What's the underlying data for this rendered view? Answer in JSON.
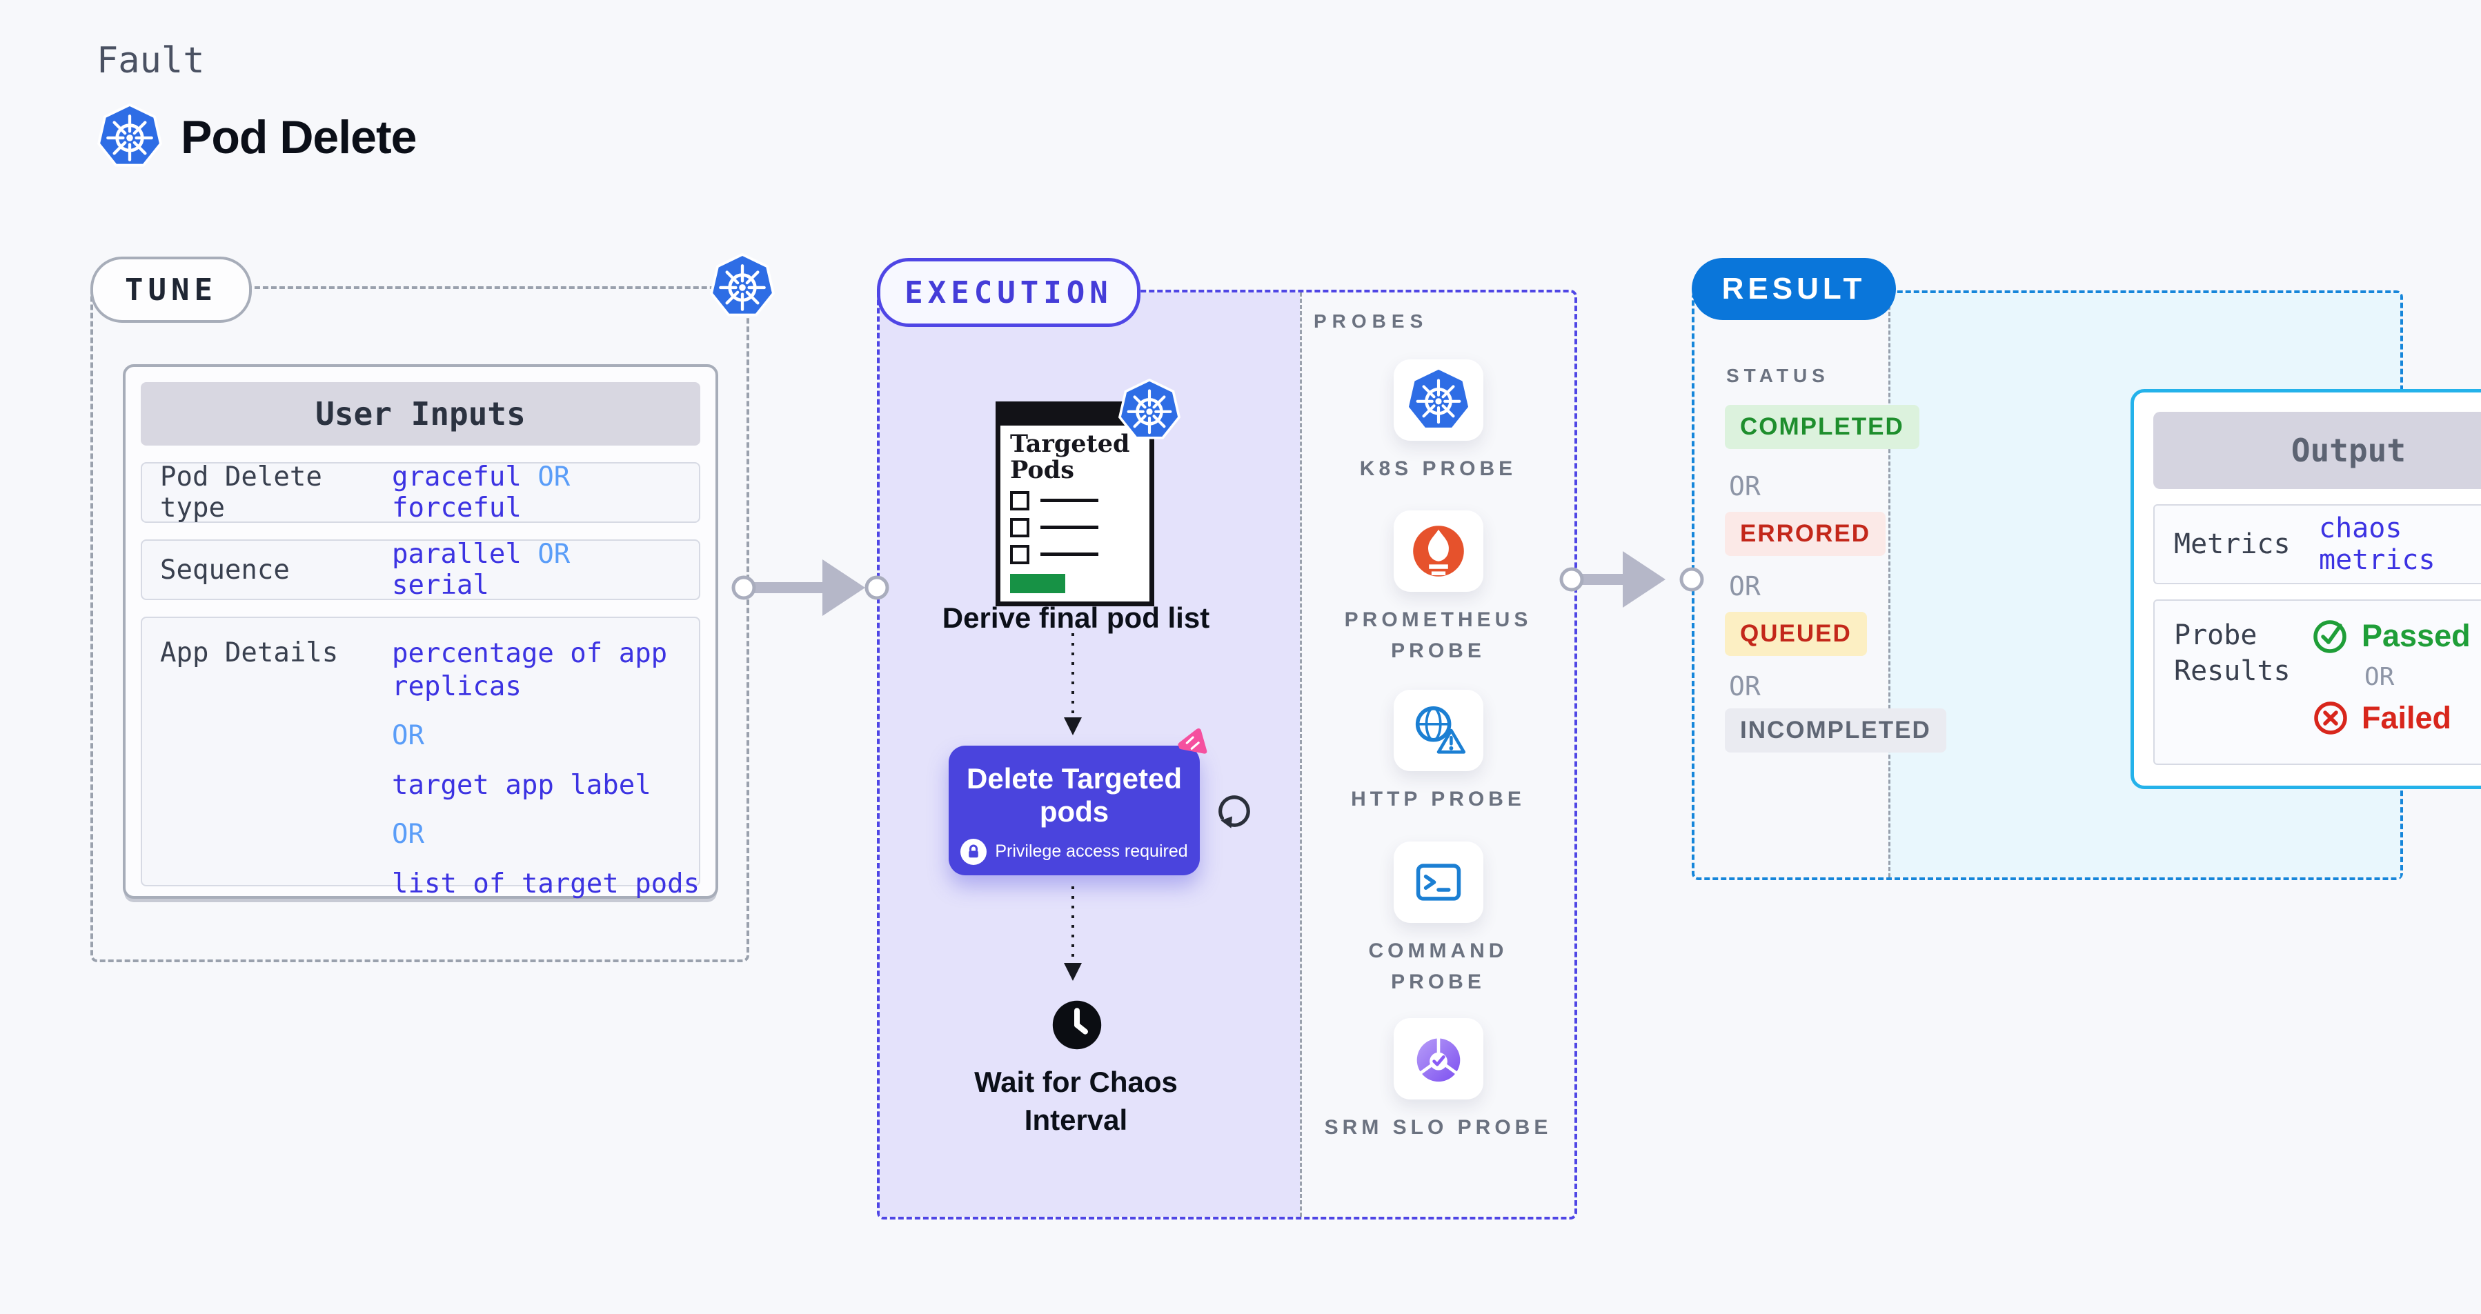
{
  "header": {
    "eyebrow": "Fault",
    "title": "Pod Delete"
  },
  "tune": {
    "label": "TUNE",
    "header": "User Inputs",
    "row1": {
      "label": "Pod Delete type",
      "v1": "graceful",
      "or": "OR",
      "v2": "forceful"
    },
    "row2": {
      "label": "Sequence",
      "v1": "parallel",
      "or": "OR",
      "v2": "serial"
    },
    "row3": {
      "label": "App Details",
      "v1": "percentage of app replicas",
      "or1": "OR",
      "v2": "target app label",
      "or2": "OR",
      "v3": "list of target pods"
    }
  },
  "execution": {
    "label": "EXECUTION",
    "probes_title": "PROBES",
    "flow": {
      "targeted_pods_title": "Targeted Pods",
      "derive_label": "Derive final pod list",
      "delete_label": "Delete Targeted pods",
      "privilege_label": "Privilege access required",
      "wait_label": "Wait for Chaos Interval"
    },
    "probes": [
      {
        "name": "K8S PROBE",
        "icon": "kubernetes-icon"
      },
      {
        "name": "PROMETHEUS PROBE",
        "icon": "prometheus-icon"
      },
      {
        "name": "HTTP PROBE",
        "icon": "http-globe-warning-icon"
      },
      {
        "name": "COMMAND PROBE",
        "icon": "terminal-icon"
      },
      {
        "name": "SRM SLO PROBE",
        "icon": "slo-pie-check-icon"
      }
    ]
  },
  "result": {
    "label": "RESULT",
    "status_title": "STATUS",
    "statuses": [
      "COMPLETED",
      "ERRORED",
      "QUEUED",
      "INCOMPLETED"
    ],
    "or": "OR",
    "output": {
      "header": "Output",
      "metrics_label": "Metrics",
      "metrics_value": "chaos metrics",
      "probe_results_label": "Probe Results",
      "passed": "Passed",
      "or": "OR",
      "failed": "Failed"
    }
  },
  "colors": {
    "page_bg": "#f7f8fb",
    "tune_border": "#9aa1ad",
    "execution_border": "#4f46e5",
    "execution_panel": "#e4e2fb",
    "result_border": "#1686da",
    "result_pill": "#0a76da",
    "result_panel": "#e9f7fd",
    "output_border": "#24b2ea",
    "button_indigo": "#4a44dd",
    "value_indigo": "#3c33e2",
    "or_blue": "#5a9df8",
    "passed_green": "#1f9e38",
    "failed_red": "#d8261c",
    "completed_bg": "#dcf2dd",
    "errored_bg": "#fbe9e7",
    "queued_bg": "#fcefc3",
    "incompleted_bg": "#eaebf1",
    "kubernetes_blue": "#2e6de5",
    "prometheus_orange": "#e6522c",
    "probe_blue": "#1b7fd3",
    "srm_purple": "#8b5cf6",
    "chaos_pink": "#f5509f",
    "arrow_gray": "#b5b7c8",
    "green_bar": "#179245"
  }
}
